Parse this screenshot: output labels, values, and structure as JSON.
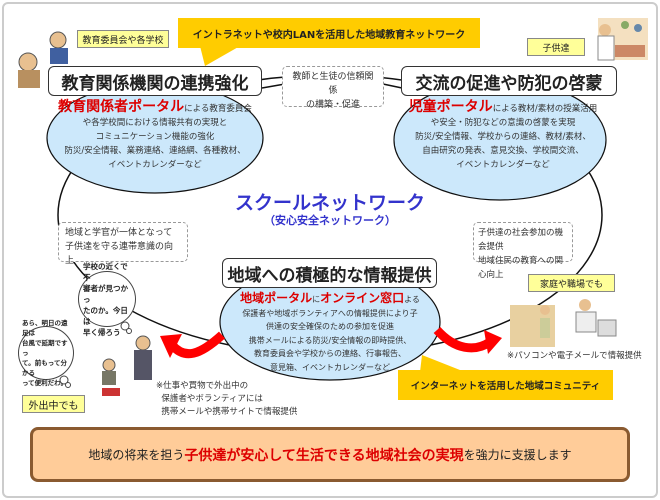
{
  "top_callout": "イントラネットや校内LANを活用した地域教育ネットワーク",
  "left": {
    "label": "教育委員会や各学校",
    "title": "教育関係機関の連携強化",
    "portal": "教育関係者ポータル",
    "lines": [
      "による教育委員会",
      "や各学校間における情報共有の実現と",
      "コミュニケーション機能の強化",
      "防災/安全情報、業務連絡、連絡網、各種教材、",
      "イベントカレンダーなど"
    ]
  },
  "right": {
    "label": "子供達",
    "title": "交流の促進や防犯の啓蒙",
    "portal": "児童ポータル",
    "lines": [
      "による教材/素材の授業活用",
      "や安全・防犯などの意識の啓蒙を実現",
      "防災/安全情報、学校からの連絡、教材/素材、",
      "自由研究の発表、意見交換、学校間交流、",
      "イベントカレンダーなど"
    ]
  },
  "center_top_note": [
    "教師と生徒の信頼関係",
    "の構築・促進"
  ],
  "network_title": "スクールネットワーク",
  "network_subtitle": "（安心安全ネットワーク）",
  "left_note": [
    "地域と学官が一体となって",
    "子供達を守る連帯意識の向上"
  ],
  "right_note": [
    "子供達の社会参加の機会提供",
    "地域住民の教育への関心向上"
  ],
  "bottom": {
    "title": "地域への積極的な情報提供",
    "portal": "地域ポータル",
    "mid": "に",
    "portal2": "オンライン窓口",
    "tail": "よる",
    "lines": [
      "保護者や地域ボランティアへの情報提供により子",
      "供達の安全確保のための参加を促進",
      "携帯メールによる防災/安全情報の即時提供、",
      "教育委員会や学校からの連絡、行事報告、",
      "意見箱、イベントカレンダーなど"
    ]
  },
  "bubble1": [
    "学校の近くで不",
    "審者が見つかっ",
    "たのか。今日は",
    "早く帰ろう"
  ],
  "bubble2": [
    "あら、明日の遠足は",
    "台風で延期ですっ",
    "て。前もって分かる",
    "って便利だわ。"
  ],
  "outside_label": "外出中でも",
  "outside_note": [
    "※仕事や買物で外出中の",
    "保護者やボランティアには",
    "携帯メールや携帯サイトで情報提供"
  ],
  "home_label": "家庭や職場でも",
  "home_note": "※パソコンや電子メールで情報提供",
  "bottom_callout": "インターネットを活用した地域コミュニティ",
  "banner": {
    "pre": "地域の将来を担う",
    "emph": "子供達が安心して生活できる地域社会の実現",
    "post": "を強力に支援します"
  }
}
